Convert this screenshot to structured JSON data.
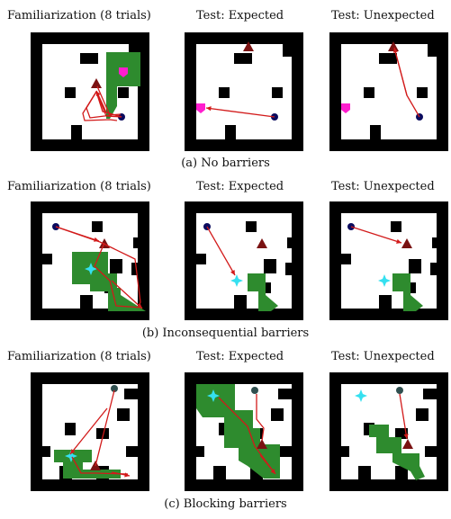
{
  "column_titles": {
    "familiarization": "Familiarization (8 trials)",
    "expected": "Test: Expected",
    "unexpected": "Test: Unexpected"
  },
  "captions": {
    "a": "(a) No barriers",
    "b": "(b) Inconsequential barriers",
    "c": "(c) Blocking barriers"
  },
  "colors": {
    "wall": "#000000",
    "floor": "#ffffff",
    "barrier": "#2e8b2e",
    "agent_navy": "#0b0b5e",
    "agent_dark": "#2f4f4f",
    "goal_triangle": "#7a1212",
    "goal_pink": "#ff1dce",
    "goal_cyan": "#35e0f0",
    "path": "#d21a1a"
  },
  "icons": {
    "agent": "agent-dot-icon",
    "triangle_goal": "triangle-goal-icon",
    "pink_goal": "pink-pentagon-icon",
    "cyan_goal": "cyan-star-icon"
  }
}
